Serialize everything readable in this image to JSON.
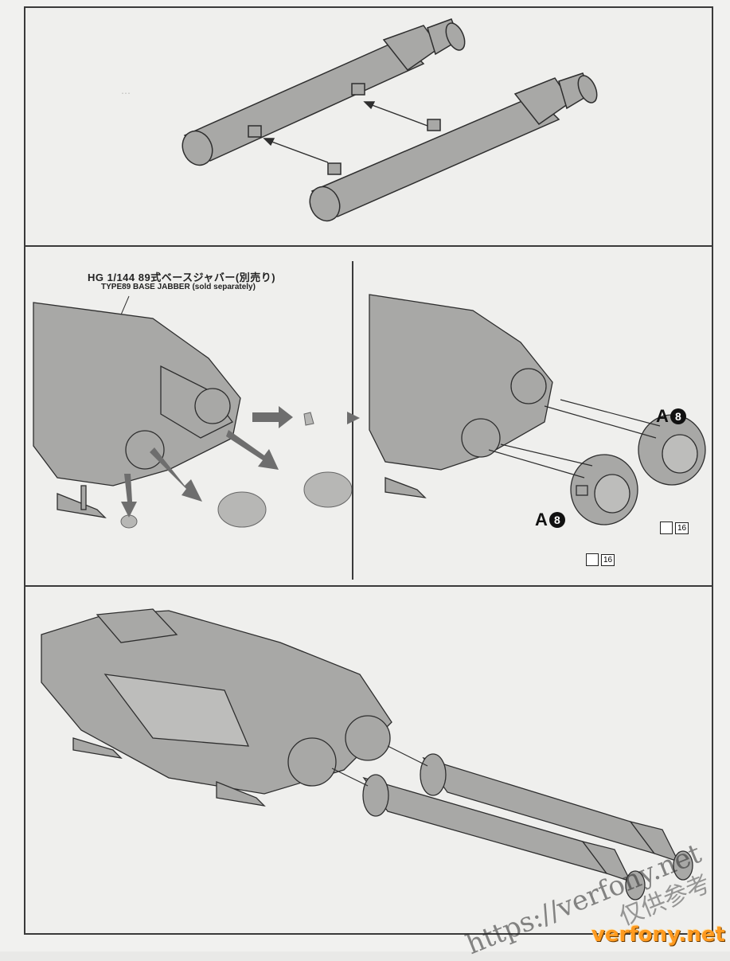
{
  "panel2": {
    "left": {
      "title_jp": "HG 1/144 89式ベースジャバー(別売り)",
      "title_en": "TYPE89 BASE JABBER (sold separately)"
    },
    "right": {
      "part_upper": {
        "letter": "A",
        "number": "8"
      },
      "part_lower": {
        "letter": "A",
        "number": "8"
      },
      "sticker_upper": "16",
      "sticker_lower": "16"
    }
  },
  "watermark": {
    "url": "https://verfony.net",
    "cjk": "仅供参考",
    "brand": "verfony.net"
  },
  "colors": {
    "part_gray": "#a8a8a6",
    "line": "#2e2e2e",
    "arrow_gray": "#6e6e6e"
  }
}
